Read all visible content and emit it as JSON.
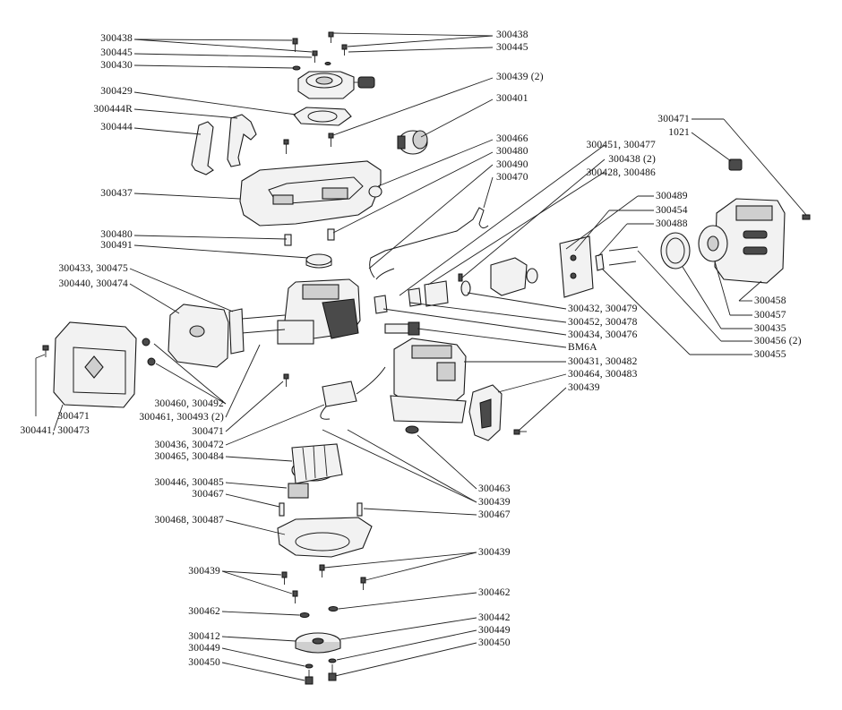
{
  "labels": {
    "l300438a": "300438",
    "l300445a": "300445",
    "l300430": "300430",
    "l300438b": "300438",
    "l300445b": "300445",
    "l300439_2": "300439 (2)",
    "l300429": "300429",
    "l300444R": "300444R",
    "l300401": "300401",
    "l300444": "300444",
    "l300466": "300466",
    "l300480a": "300480",
    "l300490": "300490",
    "l300470": "300470",
    "l300437": "300437",
    "l300451": "300451, 300477",
    "l300438_2": "300438 (2)",
    "l300428": "300428, 300486",
    "l300471a": "300471",
    "l1021": "1021",
    "l300480b": "300480",
    "l300491": "300491",
    "l300489": "300489",
    "l300454": "300454",
    "l300488": "300488",
    "l300433": "300433, 300475",
    "l300440": "300440, 300474",
    "l300458": "300458",
    "l300432": "300432, 300479",
    "l300457": "300457",
    "l300452": "300452, 300478",
    "l300435": "300435",
    "l300434": "300434, 300476",
    "l300456": "300456 (2)",
    "lBM6A": "BM6A",
    "l300455": "300455",
    "l300431": "300431, 300482",
    "l300464": "300464, 300483",
    "l300439a": "300439",
    "l300460": "300460, 300492",
    "l300461": "300461, 300493 (2)",
    "l300471b": "300471",
    "l300441": "300441, 300473",
    "l300471c": "300471",
    "l300436": "300436, 300472",
    "l300465": "300465, 300484",
    "l300463": "300463",
    "l300446": "300446, 300485",
    "l300439b": "300439",
    "l300467a": "300467",
    "l300467b": "300467",
    "l300468": "300468, 300487",
    "l300439c": "300439",
    "l300439d": "300439",
    "l300462a": "300462",
    "l300462b": "300462",
    "l300442": "300442",
    "l300412": "300412",
    "l300449a": "300449",
    "l300449b": "300449",
    "l300450a": "300450",
    "l300450b": "300450"
  }
}
